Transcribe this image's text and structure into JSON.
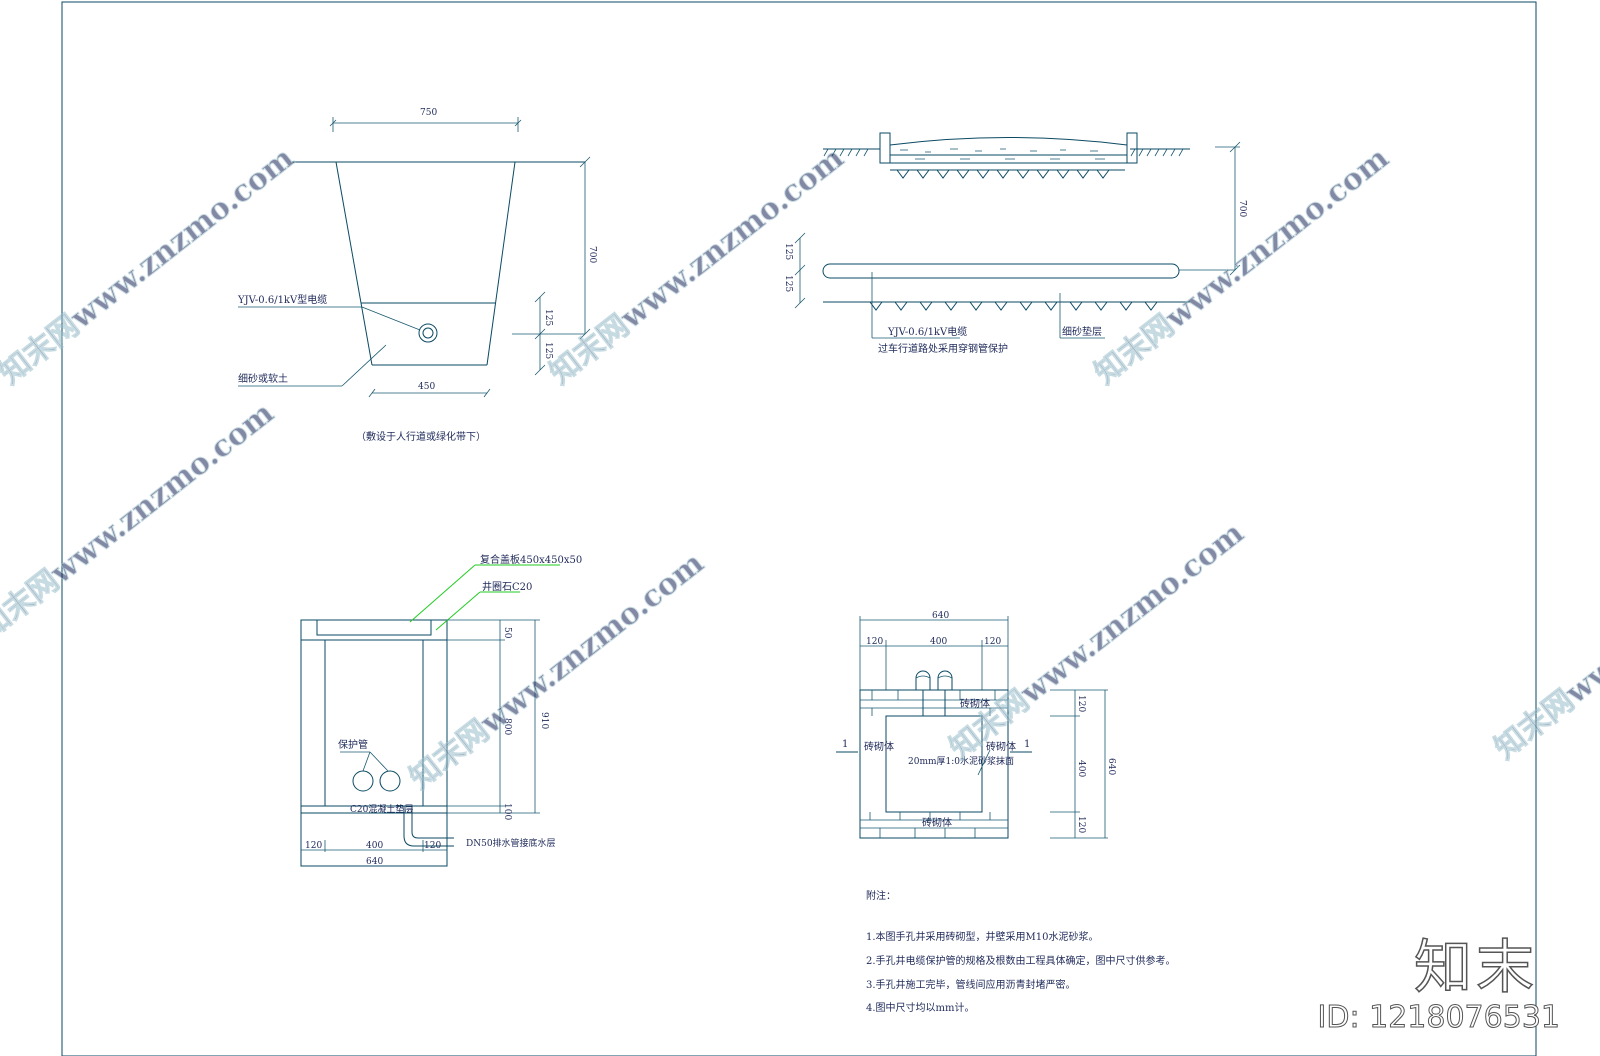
{
  "top_left": {
    "dim_width_top": "750",
    "dim_height": "700",
    "dim_upper_125": "125",
    "dim_lower_125": "125",
    "dim_width_bottom": "450",
    "label_cable": "YJV-0.6/1kV型电缆",
    "label_sand": "细砂或软土",
    "caption": "（敷设于人行道或绿化带下）"
  },
  "top_right": {
    "dim_700": "700",
    "dim_125_a": "125",
    "dim_125_b": "125",
    "label_cable": "YJV-0.6/1kV电缆",
    "label_steel": "过车行道路处采用穿钢管保护",
    "label_sand": "细砂垫层"
  },
  "bottom_left": {
    "label_cover": "复合盖板450x450x50",
    "label_ring": "井圈石C20",
    "label_pipe": "保护管",
    "label_concrete": "C20混凝土垫层",
    "label_drain": "DN50排水管接底水层",
    "dim_50": "50",
    "dim_800": "800",
    "dim_100": "100",
    "dim_910": "910",
    "dim_120_l": "120",
    "dim_400": "400",
    "dim_120_r": "120",
    "dim_640": "640"
  },
  "bottom_right": {
    "dim_640_top": "640",
    "dim_120_l": "120",
    "dim_400": "400",
    "dim_120_r": "120",
    "label_brick_top": "砖砌体",
    "label_brick_left": "砖砌体",
    "label_brick_right": "砖砌体",
    "label_brick_bottom": "砖砌体",
    "label_mortar": "20mm厚1:0水泥砂浆抹面",
    "section_mark_l": "1",
    "section_mark_r": "1",
    "dim_side_120_t": "120",
    "dim_side_400": "400",
    "dim_side_120_b": "120",
    "dim_side_640": "640"
  },
  "notes": {
    "title": "附注：",
    "items": [
      "1.本图手孔井采用砖砌型，井壁采用M10水泥砂浆。",
      "2.手孔井电缆保护管的规格及根数由工程具体确定，图中尺寸供参考。",
      "3.手孔井施工完毕，管线间应用沥青封堵严密。",
      "4.图中尺寸均以mm计。"
    ]
  },
  "watermark": {
    "text": "知末网www.znzmo.com",
    "brand": "知末",
    "id": "ID: 1218076531"
  },
  "colors": {
    "line": "#0b4a63",
    "leader_green": "#22cc22",
    "text": "#1f2a5a"
  }
}
